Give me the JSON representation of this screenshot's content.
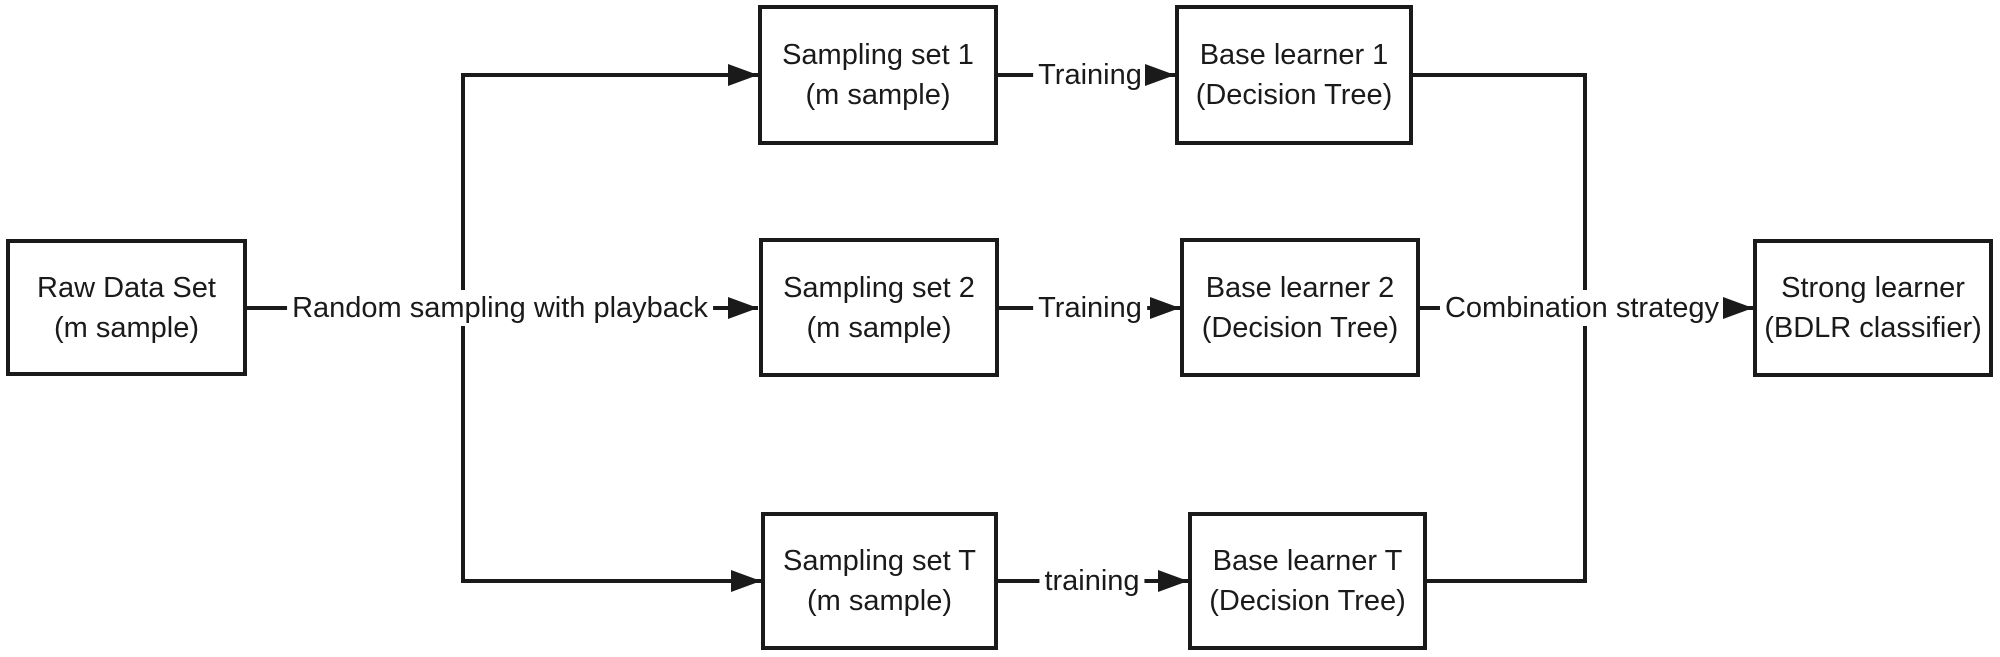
{
  "diagram": {
    "title_semantic": "Bagging ensemble learning flow diagram",
    "colors": {
      "line": "#1a1a1a",
      "text": "#1a1a1a",
      "background": "#ffffff"
    },
    "nodes": [
      {
        "id": "raw-data-set",
        "line1": "Raw Data Set",
        "line2": "(m sample)"
      },
      {
        "id": "sampling-set-1",
        "line1": "Sampling set 1",
        "line2": "(m sample)"
      },
      {
        "id": "sampling-set-2",
        "line1": "Sampling set 2",
        "line2": "(m sample)"
      },
      {
        "id": "sampling-set-t",
        "line1": "Sampling set T",
        "line2": "(m sample)"
      },
      {
        "id": "base-learner-1",
        "line1": "Base learner 1",
        "line2": "(Decision Tree)"
      },
      {
        "id": "base-learner-2",
        "line1": "Base learner 2",
        "line2": "(Decision Tree)"
      },
      {
        "id": "base-learner-t",
        "line1": "Base learner T",
        "line2": "(Decision Tree)"
      },
      {
        "id": "strong-learner",
        "line1": "Strong learner",
        "line2": "(BDLR classifier)"
      }
    ],
    "edge_labels": {
      "random_sampling": "Random sampling with playback",
      "training_1": "Training",
      "training_2": "Training",
      "training_t": "training",
      "combination": "Combination strategy"
    }
  }
}
